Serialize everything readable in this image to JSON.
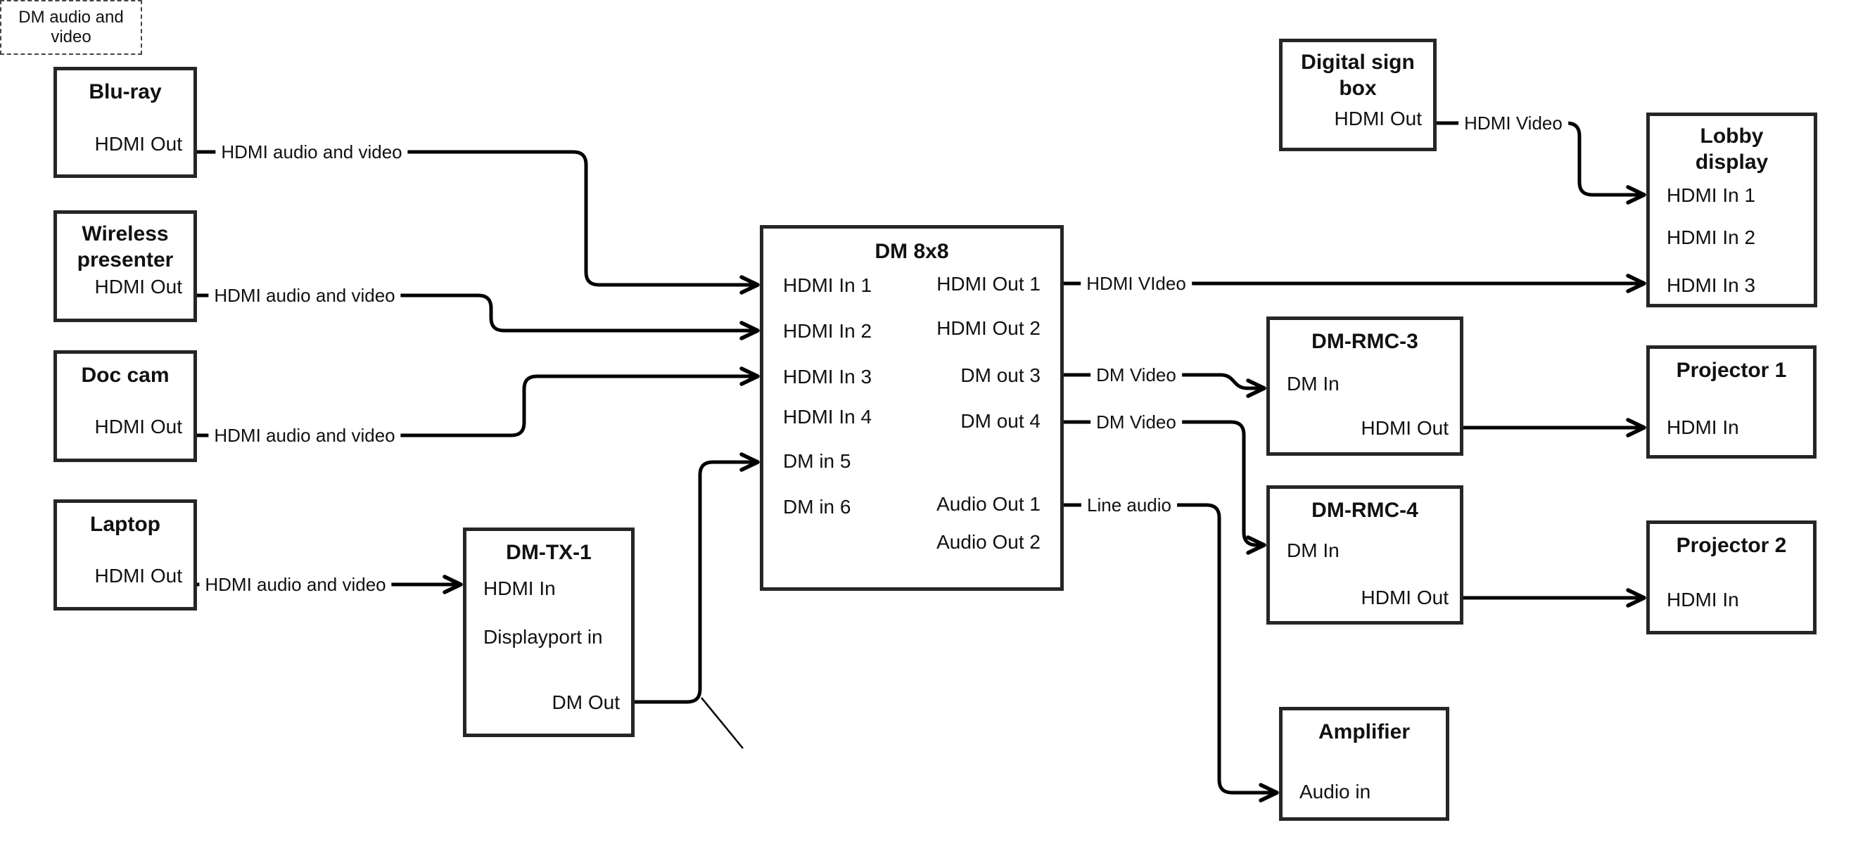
{
  "diagram": {
    "colors": {
      "background": "#ffffff",
      "box_border": "#262626",
      "wire": "#000000",
      "note_border": "#444444"
    },
    "nodes": {
      "bluray": {
        "title": "Blu-ray",
        "port_out": "HDMI Out"
      },
      "wireless": {
        "title": "Wireless presenter",
        "port_out": "HDMI Out"
      },
      "doccam": {
        "title": "Doc cam",
        "port_out": "HDMI Out"
      },
      "laptop": {
        "title": "Laptop",
        "port_out": "HDMI Out"
      },
      "dmtx1": {
        "title": "DM-TX-1",
        "port_hdmi_in": "HDMI In",
        "port_dp_in": "Displayport in",
        "port_dm_out": "DM Out"
      },
      "dm8x8": {
        "title": "DM 8x8",
        "inputs": [
          "HDMI In 1",
          "HDMI In 2",
          "HDMI In 3",
          "HDMI In 4",
          "DM in 5",
          "DM in 6"
        ],
        "outputs": [
          "HDMI Out 1",
          "HDMI Out 2",
          "DM out 3",
          "DM out 4",
          "Audio Out 1",
          "Audio Out 2"
        ]
      },
      "digsign": {
        "title": "Digital sign box",
        "port_out": "HDMI Out"
      },
      "lobby": {
        "title": "Lobby display",
        "inputs": [
          "HDMI In 1",
          "HDMI In 2",
          "HDMI In 3"
        ]
      },
      "rmc3": {
        "title": "DM-RMC-3",
        "port_in": "DM In",
        "port_out": "HDMI Out"
      },
      "proj1": {
        "title": "Projector 1",
        "port_in": "HDMI In"
      },
      "rmc4": {
        "title": "DM-RMC-4",
        "port_in": "DM In",
        "port_out": "HDMI Out"
      },
      "proj2": {
        "title": "Projector 2",
        "port_in": "HDMI In"
      },
      "amp": {
        "title": "Amplifier",
        "port_in": "Audio in"
      }
    },
    "wire_labels": {
      "bluray": "HDMI audio and video",
      "wireless": "HDMI audio and video",
      "doccam": "HDMI audio and video",
      "laptop": "HDMI audio and video",
      "out1": "HDMI VIdeo",
      "digsign": "HDMI Video",
      "out3": "DM Video",
      "out4": "DM Video",
      "audio1": "Line audio",
      "note": "DM audio and video"
    }
  }
}
